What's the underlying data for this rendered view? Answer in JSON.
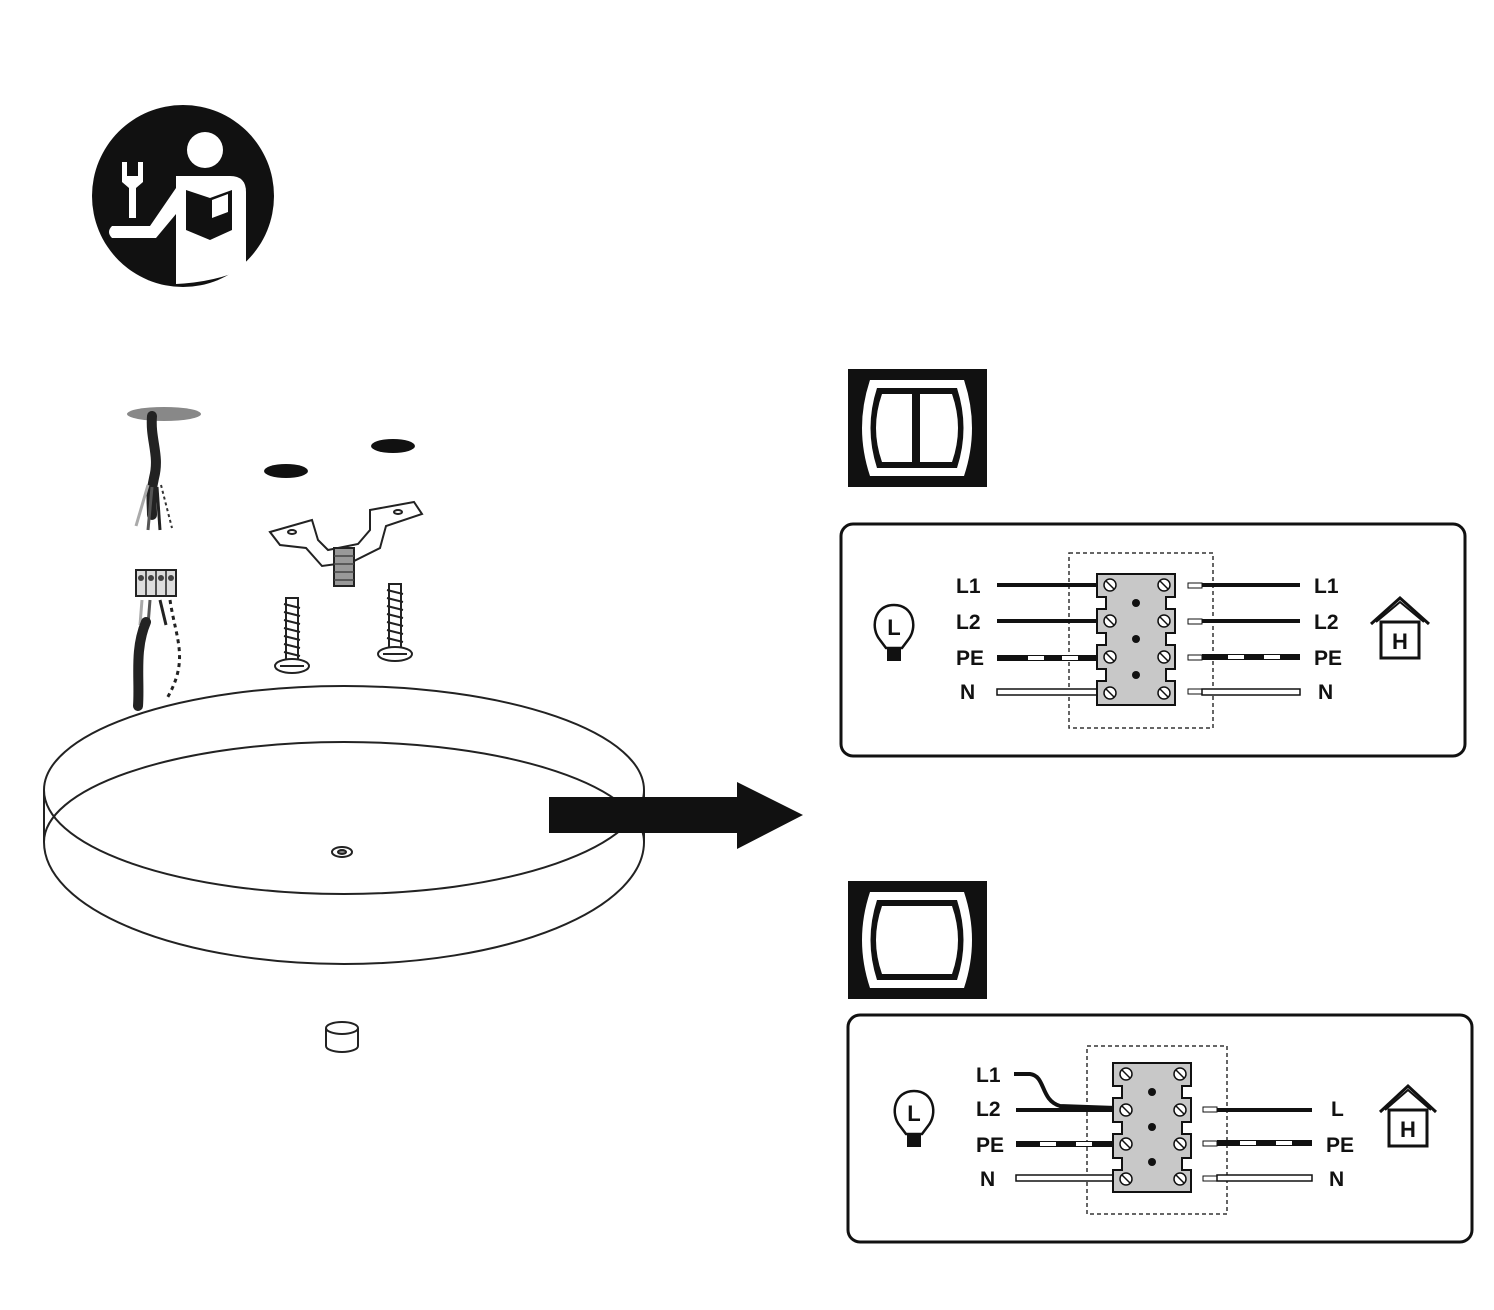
{
  "icons": {
    "manual": "read-manual-icon",
    "double_switch": "double-rocker-switch-icon",
    "single_switch": "single-rocker-switch-icon",
    "lamp": "lamp-bulb-icon",
    "house": "house-mains-icon"
  },
  "diagram_top": {
    "lamp_badge": "L",
    "house_badge": "H",
    "left_labels": [
      "L1",
      "L2",
      "PE",
      "N"
    ],
    "right_labels": [
      "L1",
      "L2",
      "PE",
      "N"
    ]
  },
  "diagram_bottom": {
    "lamp_badge": "L",
    "house_badge": "H",
    "left_labels": [
      "L1",
      "L2",
      "PE",
      "N"
    ],
    "right_labels": [
      "L",
      "PE",
      "N"
    ]
  },
  "colors": {
    "ink": "#111111",
    "terminal": "#c8c8c8",
    "background": "#ffffff"
  }
}
